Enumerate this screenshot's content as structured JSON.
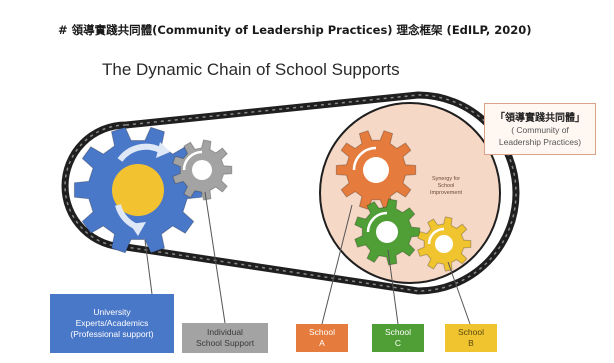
{
  "header": {
    "title": "# 領導實踐共同體(Community of Leadership Practices) 理念框架 (EdILP, 2020)"
  },
  "diagram": {
    "title": "The Dynamic Chain of School Supports",
    "callout": {
      "zh": "「領導實踐共同體」",
      "en_line1": "( Community of",
      "en_line2": "Leadership Practices)"
    },
    "synergy": {
      "line1": "Synergy for",
      "line2": "School",
      "line3": "Improvement"
    },
    "labels": {
      "university": {
        "line1": "University",
        "line2": "Experts/Academics",
        "line3": "(Professional support)"
      },
      "individual": {
        "line1": "Individual",
        "line2": "School Support"
      },
      "school_a": {
        "line1": "School",
        "line2": "A"
      },
      "school_c": {
        "line1": "School",
        "line2": "C"
      },
      "school_b": {
        "line1": "School",
        "line2": "B"
      }
    }
  },
  "colors": {
    "university_blue": "#4a78c8",
    "individual_gray": "#a3a3a3",
    "school_a_orange": "#e57b3c",
    "school_c_green": "#4f9e36",
    "school_b_yellow": "#f0c42e",
    "synergy_circle": "#f6d8c6"
  }
}
